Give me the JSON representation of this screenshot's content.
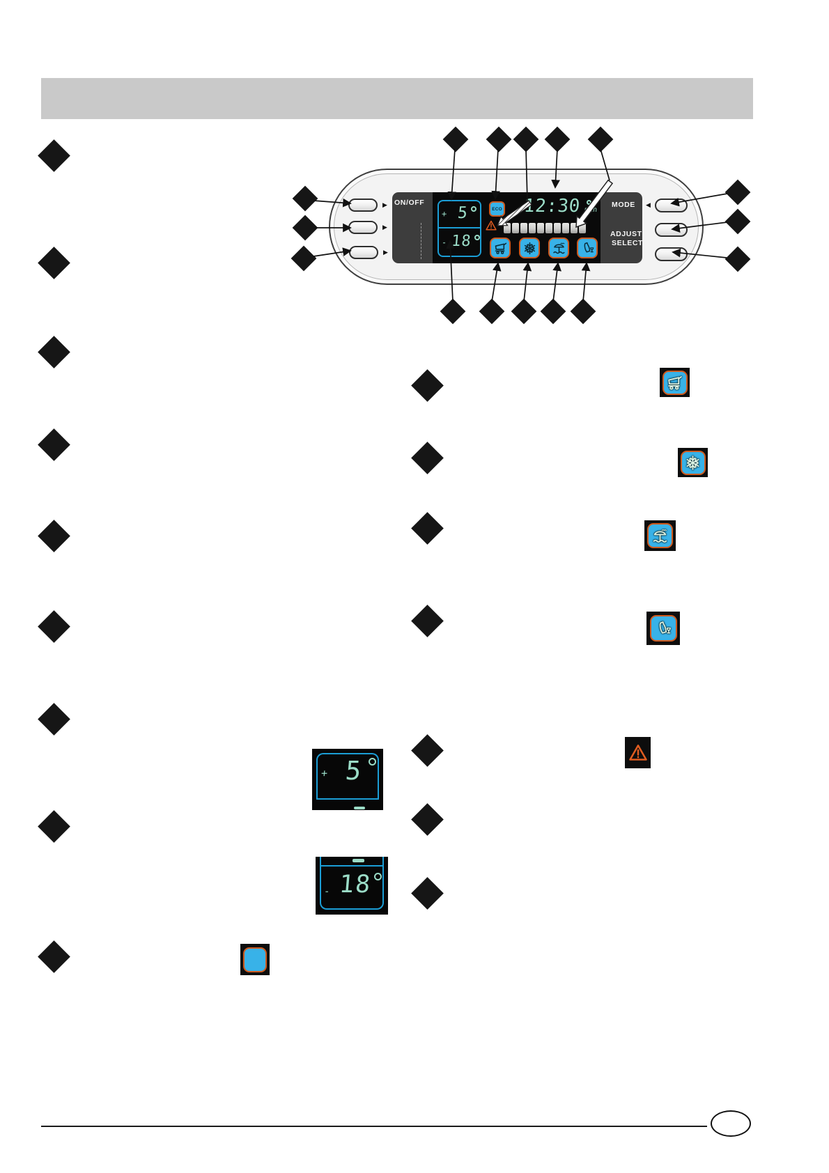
{
  "panel": {
    "labels": {
      "on_off": "ON/OFF",
      "mode": "MODE",
      "adjust": "ADJUST",
      "select": "SELECT"
    },
    "eco_button": "ECO",
    "fridge_display": {
      "sign": "+",
      "value": "5",
      "degree": "°"
    },
    "freezer_display": {
      "sign": "-",
      "value": "18",
      "degree": "°"
    },
    "timer_display": {
      "time": "12:30",
      "degree": "°",
      "unit": "min"
    },
    "bar_segments": 10,
    "icon_buttons": [
      "cart",
      "snowflake",
      "vacation",
      "bottle"
    ]
  },
  "standalone_displays": {
    "fridge": {
      "sign": "+",
      "value": "5",
      "degree": "°"
    },
    "freezer": {
      "sign": "-",
      "value": "18",
      "degree": "°"
    }
  },
  "legend_icons": [
    "cart",
    "snowflake",
    "vacation",
    "bottle",
    "warning",
    "blank"
  ],
  "colors": {
    "icon_blue": "#38b2e8",
    "icon_orange": "#cf5a1e",
    "display_teal": "#9bdcc7",
    "display_blue": "#1b9ed6",
    "header_gray": "#c9c9c9"
  }
}
